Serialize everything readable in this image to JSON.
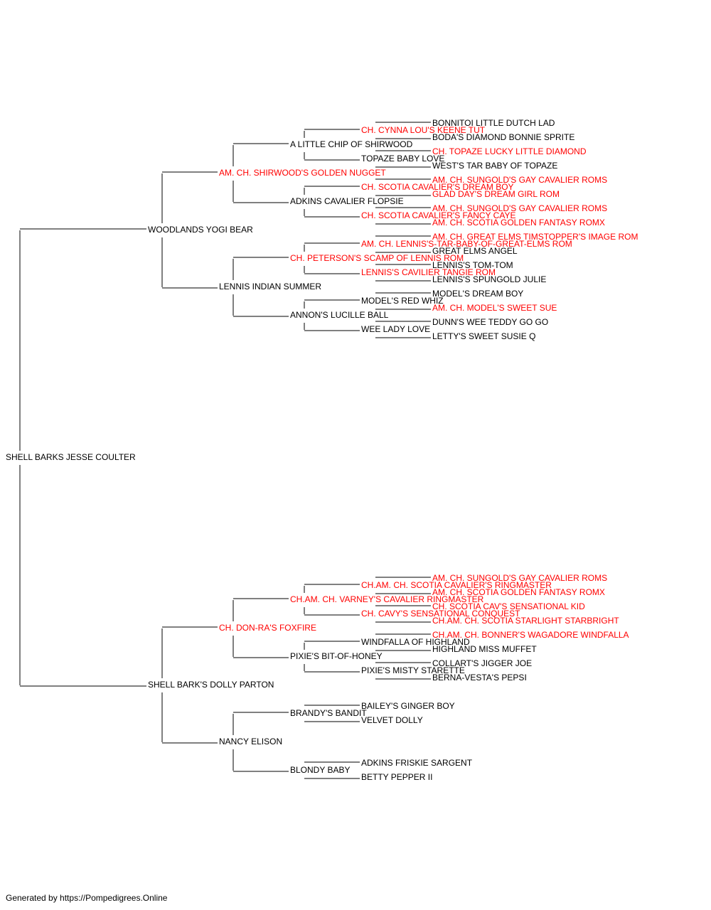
{
  "colors": {
    "champion": "#ff0000",
    "regular": "#000000",
    "line": "#000000"
  },
  "pedigree": {
    "name": "SHELL BARKS JESSE COULTER",
    "champion": false,
    "sire": {
      "name": "WOODLANDS YOGI BEAR",
      "champion": false,
      "sire": {
        "name": "AM. CH. SHIRWOOD'S GOLDEN NUGGET",
        "champion": true,
        "sire": {
          "name": "A LITTLE CHIP OF SHIRWOOD",
          "champion": false,
          "sire": {
            "name": "CH. CYNNA LOU'S KEENE TUT",
            "champion": true,
            "sire": {
              "name": "BONNITOI LITTLE DUTCH LAD",
              "champion": false
            },
            "dam": {
              "name": "BODA'S DIAMOND BONNIE SPRITE",
              "champion": false
            }
          },
          "dam": {
            "name": "TOPAZE BABY LOVE",
            "champion": false,
            "sire": {
              "name": "CH. TOPAZE LUCKY LITTLE DIAMOND",
              "champion": true
            },
            "dam": {
              "name": "WEST'S TAR BABY OF TOPAZE",
              "champion": false
            }
          }
        },
        "dam": {
          "name": "ADKINS CAVALIER FLOPSIE",
          "champion": false,
          "sire": {
            "name": "CH. SCOTIA CAVALIER'S DREAM BOY",
            "champion": true,
            "sire": {
              "name": "AM. CH. SUNGOLD'S GAY CAVALIER ROMS",
              "champion": true
            },
            "dam": {
              "name": "GLAD DAY'S DREAM GIRL ROM",
              "champion": true
            }
          },
          "dam": {
            "name": "CH. SCOTIA CAVALIER'S FANCY CAYE",
            "champion": true,
            "sire": {
              "name": "AM. CH. SUNGOLD'S GAY CAVALIER ROMS",
              "champion": true
            },
            "dam": {
              "name": "AM. CH. SCOTIA GOLDEN FANTASY ROMX",
              "champion": true
            }
          }
        }
      },
      "dam": {
        "name": "LENNIS INDIAN SUMMER",
        "champion": false,
        "sire": {
          "name": "CH. PETERSON'S SCAMP OF LENNIS ROM",
          "champion": true,
          "sire": {
            "name": "AM. CH. LENNIS'S-TAR-BABY-OF-GREAT-ELMS ROM",
            "champion": true,
            "sire": {
              "name": "AM. CH. GREAT ELMS TIMSTOPPER'S IMAGE ROM",
              "champion": true
            },
            "dam": {
              "name": "GREAT ELMS ANGEL",
              "champion": false
            }
          },
          "dam": {
            "name": "LENNIS'S CAVILIER TANGIE ROM",
            "champion": true,
            "sire": {
              "name": "LENNIS'S TOM-TOM",
              "champion": false
            },
            "dam": {
              "name": "LENNIS'S SPUNGOLD JULIE",
              "champion": false
            }
          }
        },
        "dam": {
          "name": "ANNON'S LUCILLE BALL",
          "champion": false,
          "sire": {
            "name": "MODEL'S RED WHIZ",
            "champion": false,
            "sire": {
              "name": "MODEL'S DREAM BOY",
              "champion": false
            },
            "dam": {
              "name": "AM. CH. MODEL'S SWEET SUE",
              "champion": true
            }
          },
          "dam": {
            "name": "WEE LADY LOVE",
            "champion": false,
            "sire": {
              "name": "DUNN'S WEE TEDDY GO GO",
              "champion": false
            },
            "dam": {
              "name": "LETTY'S SWEET SUSIE Q",
              "champion": false
            }
          }
        }
      }
    },
    "dam": {
      "name": "SHELL BARK'S DOLLY PARTON",
      "champion": false,
      "sire": {
        "name": "CH. DON-RA'S FOXFIRE",
        "champion": true,
        "sire": {
          "name": "CH.AM. CH. VARNEY'S CAVALIER RINGMASTER",
          "champion": true,
          "sire": {
            "name": "CH.AM. CH. SCOTIA CAVALIER'S RINGMASTER",
            "champion": true,
            "sire": {
              "name": "AM. CH. SUNGOLD'S GAY CAVALIER ROMS",
              "champion": true
            },
            "dam": {
              "name": "AM. CH. SCOTIA GOLDEN FANTASY ROMX",
              "champion": true
            }
          },
          "dam": {
            "name": "CH. CAVY'S SENSATIONAL CONQUEST",
            "champion": true,
            "sire": {
              "name": "CH. SCOTIA CAV'S SENSATIONAL KID",
              "champion": true
            },
            "dam": {
              "name": "CH.AM. CH. SCOTIA STARLIGHT STARBRIGHT",
              "champion": true
            }
          }
        },
        "dam": {
          "name": "PIXIE'S BIT-OF-HONEY",
          "champion": false,
          "sire": {
            "name": "WINDFALLA OF HIGHLAND",
            "champion": false,
            "sire": {
              "name": "CH.AM. CH. BONNER'S WAGADORE WINDFALLA",
              "champion": true
            },
            "dam": {
              "name": "HIGHLAND MISS MUFFET",
              "champion": false
            }
          },
          "dam": {
            "name": "PIXIE'S MISTY STARETTE",
            "champion": false,
            "sire": {
              "name": "COLLART'S JIGGER JOE",
              "champion": false
            },
            "dam": {
              "name": "BERNA-VESTA'S PEPSI",
              "champion": false
            }
          }
        }
      },
      "dam": {
        "name": "NANCY ELISON",
        "champion": false,
        "sire": {
          "name": "BRANDY'S BANDIT",
          "champion": false,
          "sire": {
            "name": "BAILEY'S GINGER BOY",
            "champion": false
          },
          "dam": {
            "name": "VELVET DOLLY",
            "champion": false
          }
        },
        "dam": {
          "name": "BLONDY BABY",
          "champion": false,
          "sire": {
            "name": "ADKINS FRISKIE SARGENT",
            "champion": false
          },
          "dam": {
            "name": "BETTY PEPPER II",
            "champion": false
          }
        }
      }
    }
  },
  "footer": {
    "text": "Generated by https://Pompedigrees.Online"
  }
}
